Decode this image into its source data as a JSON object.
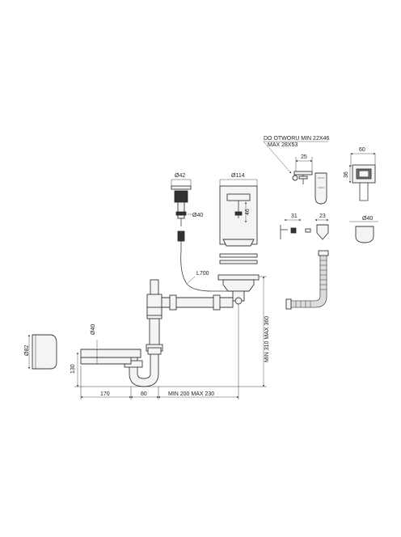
{
  "colors": {
    "line": "#3a3a3a",
    "fill": "#f4f4f4",
    "background": "#ffffff"
  },
  "labels": {
    "hole_line1": "DO OTWORU MIN 22X46",
    "hole_line2": "MAX 28X53",
    "d25": "25",
    "d60": "60",
    "d36": "36",
    "d42": "Ø42",
    "d114": "Ø114",
    "d46": "46",
    "d40_top": "Ø40",
    "d31": "31",
    "d23": "23",
    "d40_right": "Ø40",
    "l700": "L700",
    "d40_pipe": "Ø40",
    "d82": "Ø82",
    "d130": "130",
    "d_height": "MIN 310 MAX 360",
    "d170": "170",
    "d80": "80",
    "d_width": "MIN 200 MAX 230"
  }
}
